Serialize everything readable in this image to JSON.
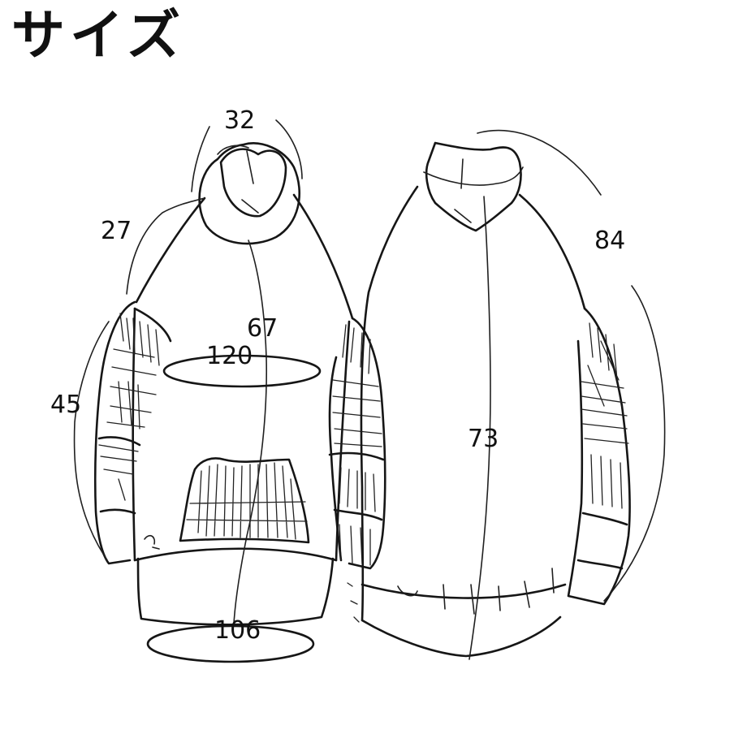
{
  "title": "サイズ",
  "measurements": {
    "hood_width": "32",
    "shoulder": "27",
    "body_length_front": "67",
    "bust": "120",
    "sleeve": "45",
    "hem": "106",
    "back_length": "73",
    "sleeve_length": "84"
  },
  "colors": {
    "ink": "#161616",
    "paper": "#ffffff"
  }
}
